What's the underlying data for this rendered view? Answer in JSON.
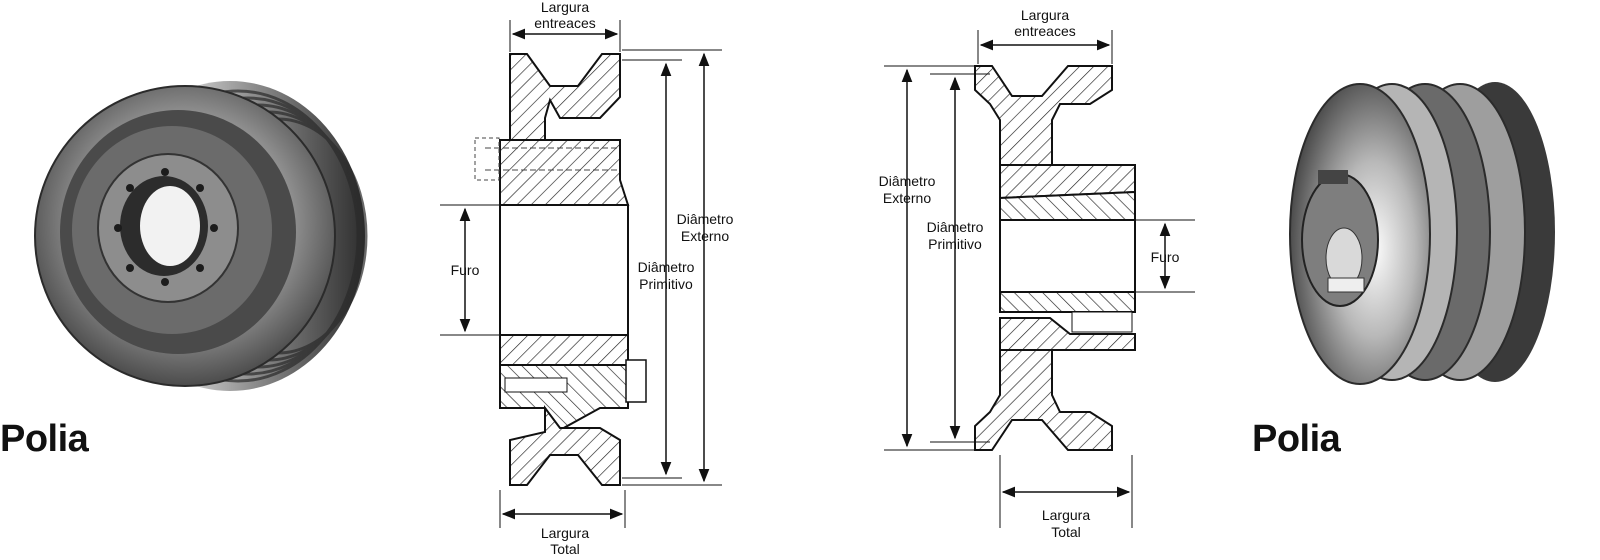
{
  "titles": {
    "left": "Polia",
    "right": "Polia"
  },
  "diagram_left": {
    "width_between_grooves": [
      "Largura",
      "entreaces"
    ],
    "outer_diameter": [
      "Diâmetro",
      "Externo"
    ],
    "pitch_diameter": [
      "Diâmetro",
      "Primitivo"
    ],
    "bore": "Furo",
    "overall_width": [
      "Largura",
      "Total"
    ]
  },
  "diagram_right": {
    "width_between_grooves": [
      "Largura",
      "entreaces"
    ],
    "outer_diameter": [
      "Diâmetro",
      "Externo"
    ],
    "pitch_diameter": [
      "Diâmetro",
      "Primitivo"
    ],
    "bore": "Furo",
    "overall_width": [
      "Largura",
      "Total"
    ]
  }
}
